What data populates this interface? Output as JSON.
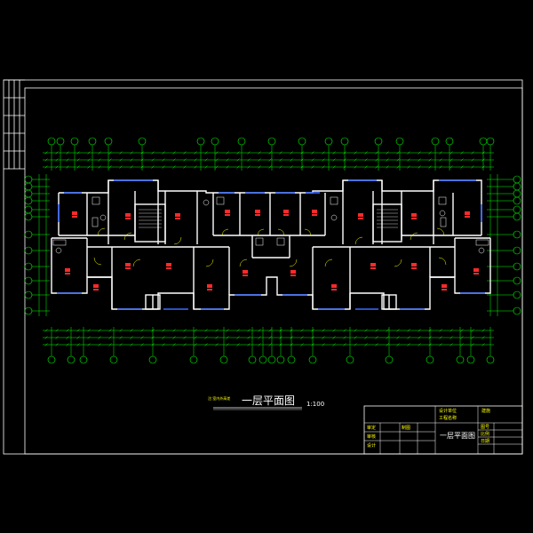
{
  "drawing": {
    "title": "一层平面图",
    "scale": "1:100",
    "note": "注:室内外高差",
    "colors": {
      "background": "#000000",
      "frame": "#ffffff",
      "wall": "#ffffff",
      "axis": "#00ff00",
      "dimension": "#00ff00",
      "window": "#3b6cff",
      "room_tag": "#ff2a2a",
      "title_block_text": "#ffff00",
      "door": "#ffff00"
    }
  },
  "title_block": {
    "drawing_name": "一层平面图",
    "labels": [
      "设计单位",
      "工程名称",
      "建施",
      "审定",
      "审核",
      "设计",
      "制图",
      "图号",
      "比例",
      "日期"
    ]
  }
}
